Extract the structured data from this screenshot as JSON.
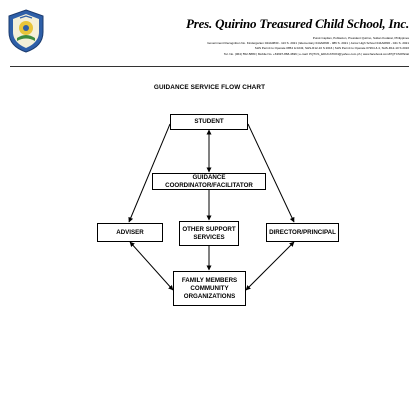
{
  "header": {
    "school_name": "Pres. Quirino Treasured Child School, Inc.",
    "address": "Purok Capilan, Poblacion, President Quirino, Sultan Kudarat, Philippines",
    "line2": "Government Recognition No. Kindergarten 044A0830 - 113 S. 2021 | Elementary 044A0830 - 086 S. 2021 | Junior High School 044A0830 - 041 S. 2021",
    "line3": "SHS Permit to Operate 0854 & 0243, SHS-R12-10 S 2016 | SHS Permit to Operate 07264 & 4, SHS-R12-10 S 2016",
    "line4": "Tel. No. (064) 552-5880 | Mobile No. +63997-868-4696 | e-mail: PQTCS_EDUCATION@yahoo.com.ph | www.facebook.com/PQTCSOfficial"
  },
  "diagram": {
    "title": "GUIDANCE SERVICE FLOW CHART",
    "nodes": {
      "student": "STUDENT",
      "coordinator": "GUIDANCE COORDINATOR/FACILITATOR",
      "adviser": "ADVISER",
      "support_line1": "OTHER SUPPORT",
      "support_line2": "SERVICES",
      "director": "DIRECTOR/PRINCIPAL",
      "family_line1": "FAMILY MEMBERS",
      "family_line2": "COMMUNITY",
      "family_line3": "ORGANIZATIONS"
    }
  },
  "colors": {
    "logo_primary": "#2e5fa8",
    "logo_secondary": "#e8c53a",
    "logo_green": "#3d8b3d"
  }
}
